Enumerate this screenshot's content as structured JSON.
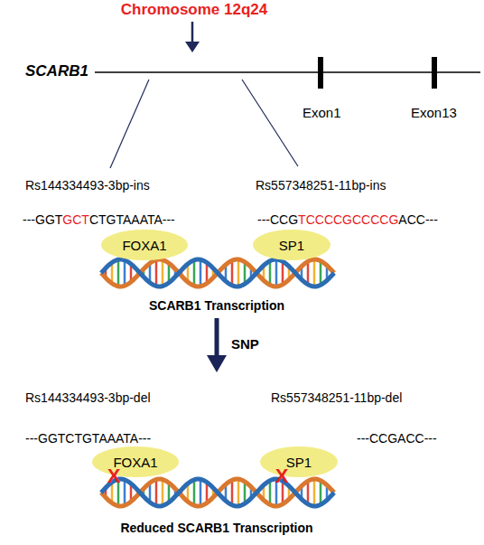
{
  "diagram": {
    "nodes": [
      {
        "text": [
          "FOXA1"
        ]
      },
      {
        "text": [
          "SP1"
        ]
      },
      {
        "text": [
          "FOXA1"
        ]
      },
      {
        "text": [
          "SP1"
        ]
      }
    ],
    "labels": [
      "Chromosome 12q24",
      "SCARB1",
      "Exon1",
      "Exon13",
      "Rs144334493-3bp-ins",
      "Rs557348251-11bp-ins",
      "---GGT",
      "GCT",
      "CTGTAAATA---",
      "---CCG",
      "TCCCCGCCCCG",
      "ACC---",
      "SCARB1 Transcription",
      "SNP",
      "Rs144334493-3bp-del",
      "Rs557348251-11bp-del",
      "---GGTCTGTAAATA---",
      "---CCGACC---",
      "X",
      "X",
      "Reduced SCARB1 Transcription"
    ]
  }
}
